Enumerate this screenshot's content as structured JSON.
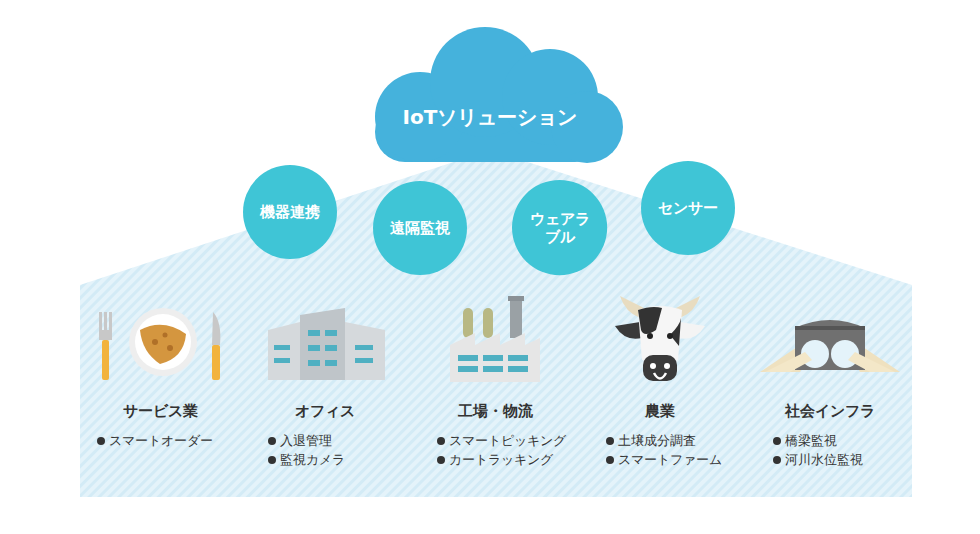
{
  "diagram": {
    "nodes": [
      {
        "text": [
          "IoTソリューション"
        ]
      },
      {
        "text": [
          "機器連携"
        ]
      },
      {
        "text": [
          "遠隔監視"
        ]
      },
      {
        "text": [
          "ウェアラブル"
        ]
      },
      {
        "text": [
          "センサー"
        ]
      }
    ],
    "labels": [
      "サービス業",
      "スマートオーダー",
      "オフィス",
      "入退管理",
      "監視カメラ",
      "工場・物流",
      "スマートピッキング",
      "カートラッキング",
      "農業",
      "土壌成分調査",
      "スマートファーム",
      "社会インフラ",
      "橋梁監視",
      "河川水位監視"
    ]
  }
}
